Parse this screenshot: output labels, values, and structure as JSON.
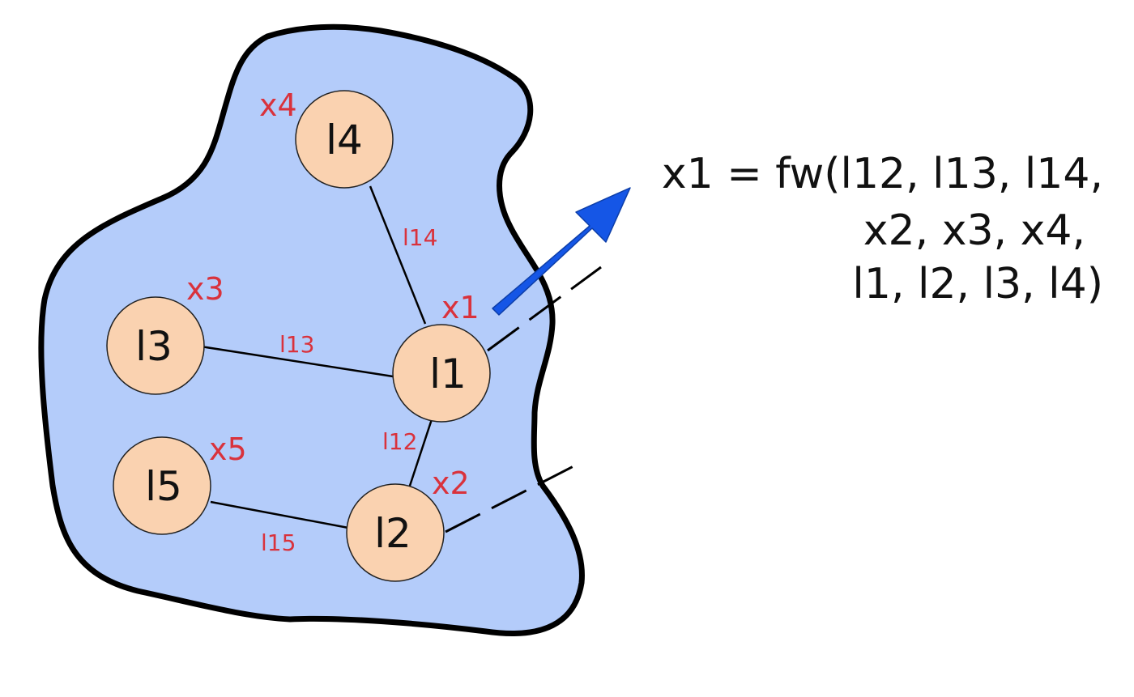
{
  "colors": {
    "region_fill": "#b4ccfa",
    "region_stroke": "#000000",
    "node_fill": "#fad2b0",
    "node_stroke": "#222222",
    "label_red": "#d9323c",
    "arrow_blue": "#1556e6"
  },
  "nodes": {
    "l1": {
      "label": "l1",
      "state": "x1"
    },
    "l2": {
      "label": "l2",
      "state": "x2"
    },
    "l3": {
      "label": "l3",
      "state": "x3"
    },
    "l4": {
      "label": "l4",
      "state": "x4"
    },
    "l5": {
      "label": "l5",
      "state": "x5"
    }
  },
  "edges": {
    "l12": "l12",
    "l13": "l13",
    "l14": "l14",
    "l15": "l15"
  },
  "formula": {
    "line1": "x1 = fw(l12, l13, l14,",
    "line2": "x2, x3, x4,",
    "line3": "l1, l2, l3, l4)"
  }
}
